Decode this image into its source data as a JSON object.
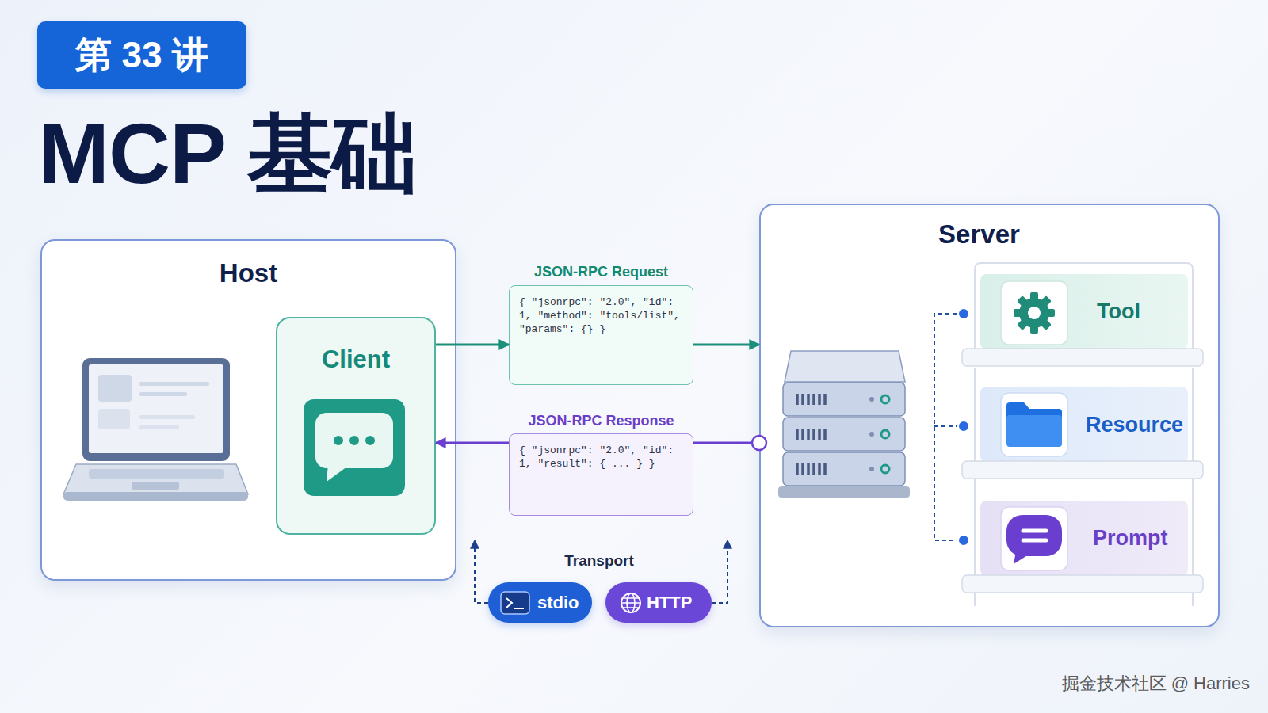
{
  "diagram": {
    "title": "MCP 基础",
    "nodes": [
      {
        "text": [
          "第 33 讲"
        ]
      },
      {
        "text": [
          "Host"
        ]
      },
      {
        "text": [
          "Client"
        ],
        "in": 1
      },
      {
        "text": [
          "JSON-RPC Request",
          "{ \"jsonrpc\": \"2.0\", \"id\": 1, \"method\": \"tools/list\", \"params\": {} }"
        ]
      },
      {
        "text": [
          "JSON-RPC Response",
          "{ \"jsonrpc\": \"2.0\", \"id\": 1, \"result\": { ... } }"
        ]
      },
      {
        "text": [
          "stdio"
        ]
      },
      {
        "text": [
          "HTTP"
        ]
      },
      {
        "text": [
          "Server"
        ]
      },
      {
        "text": [
          "Tool"
        ],
        "in": 7
      },
      {
        "text": [
          "Resource"
        ],
        "in": 7
      },
      {
        "text": [
          "Prompt"
        ],
        "in": 7
      }
    ],
    "edges": [
      {
        "from": 2,
        "to": 3,
        "arrow": "to"
      },
      {
        "from": 3,
        "to": 7,
        "arrow": "to"
      },
      {
        "from": 7,
        "to": 4,
        "arrow": "none"
      },
      {
        "from": 4,
        "to": 2,
        "arrow": "to"
      }
    ],
    "labels": [
      "Transport",
      "掘金技术社区 @ Harries"
    ]
  }
}
